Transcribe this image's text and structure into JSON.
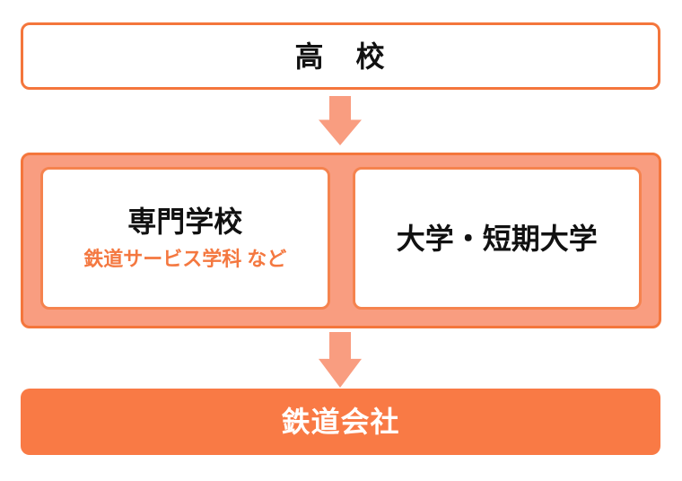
{
  "diagram": {
    "description": "education-to-railway-career-flowchart",
    "nodes": {
      "highschool": {
        "label": "高　校"
      },
      "vocational": {
        "title": "専門学校",
        "subtitle": "鉄道サービス学科 など"
      },
      "university": {
        "title": "大学・短期大学"
      },
      "company": {
        "label": "鉄道会社"
      }
    },
    "icons": {
      "flow_arrow_1": "down-arrow",
      "flow_arrow_2": "down-arrow"
    },
    "colors": {
      "border_orange": "#F4763C",
      "inner_box_border": "#F5834E",
      "group_fill_salmon": "#F99D80",
      "arrow_salmon": "#F99D80",
      "company_fill": "#F97A45",
      "subtitle_orange": "#F47840",
      "title_text": "#111111",
      "company_text": "#FFFFFF",
      "background": "#FFFFFF"
    }
  }
}
